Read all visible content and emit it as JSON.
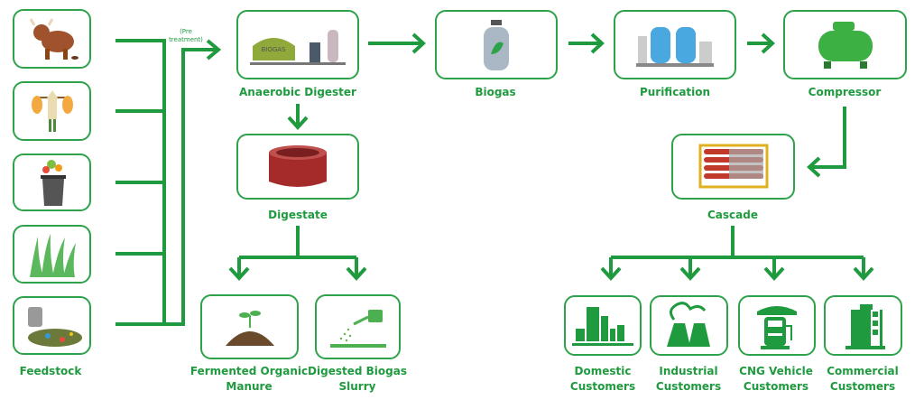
{
  "colors": {
    "accent": "#1f9a3f",
    "box_border": "#2ea24a"
  },
  "feedstock": {
    "label": "Feedstock",
    "items": [
      {
        "icon": "cow-icon"
      },
      {
        "icon": "farmer-crop-icon"
      },
      {
        "icon": "waste-bin-icon"
      },
      {
        "icon": "grass-icon"
      },
      {
        "icon": "sewage-icon"
      }
    ]
  },
  "pretreatment": {
    "line1": "(Pre",
    "line2": "treatment)"
  },
  "digester": {
    "label": "Anaerobic Digester",
    "tank_text": "BIOGAS"
  },
  "digestate": {
    "label": "Digestate"
  },
  "manure": {
    "line1": "Fermented Organic",
    "line2": "Manure"
  },
  "slurry": {
    "line1": "Digested Biogas",
    "line2": "Slurry"
  },
  "biogas": {
    "label": "Biogas"
  },
  "purification": {
    "label": "Purification"
  },
  "compressor": {
    "label": "Compressor"
  },
  "cascade": {
    "label": "Cascade"
  },
  "customers": [
    {
      "line1": "Domestic",
      "line2": "Customers",
      "icon": "city-buildings-icon"
    },
    {
      "line1": "Industrial",
      "line2": "Customers",
      "icon": "factory-icon"
    },
    {
      "line1": "CNG Vehicle",
      "line2": "Customers",
      "icon": "fuel-station-icon"
    },
    {
      "line1": "Commercial",
      "line2": "Customers",
      "icon": "commercial-building-icon"
    }
  ]
}
